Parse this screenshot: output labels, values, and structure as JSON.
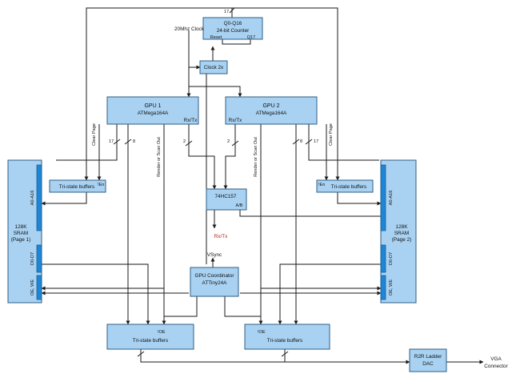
{
  "counter": {
    "pins": "Q0-Q16",
    "title": "24-bit Counter",
    "reset": "Reset",
    "q17": "Q17",
    "bus": "17"
  },
  "clock_label": "20Mhz Clock",
  "clock2x": "Clock 2x",
  "gpu1": {
    "name": "GPU 1",
    "chip": "ATMega164A",
    "rxtx": "Rx/Tx"
  },
  "gpu2": {
    "name": "GPU 2",
    "chip": "ATMega164A",
    "rxtx": "Rx/Tx"
  },
  "sram1": {
    "title": "128K",
    "sub": "SRAM",
    "page": "(Page 1)",
    "addr": "A0-A16",
    "data": "D0-D7",
    "ctl": "OE, WE"
  },
  "sram2": {
    "title": "128K",
    "sub": "SRAM",
    "page": "(Page 2)",
    "addr": "A0-A16",
    "data": "D0-D7",
    "ctl": "OE, WE"
  },
  "tri_left": {
    "label": "Tri-state buffers",
    "en": "!En"
  },
  "tri_right": {
    "label": "Tri-state buffers",
    "en": "!En"
  },
  "mux": {
    "name": "74HC157",
    "sel": "A/B",
    "rxtx": "Rx/Tx"
  },
  "coord": {
    "name": "GPU Coordinator",
    "chip": "ATTiny24A",
    "vsync": "VSync"
  },
  "tri_bottom_left": {
    "label": "Tri-state buffers",
    "oe": "!OE"
  },
  "tri_bottom_right": {
    "label": "Tri-state buffers",
    "oe": "!OE"
  },
  "dac": {
    "l1": "R2R Ladder",
    "l2": "DAC"
  },
  "vga": {
    "l1": "VGA",
    "l2": "Connector"
  },
  "signals": {
    "clear_page": "Clear Page",
    "render_scan": "Render or Scan Out"
  },
  "bus_labels": {
    "b17": "17",
    "b8": "8",
    "b2": "2"
  }
}
